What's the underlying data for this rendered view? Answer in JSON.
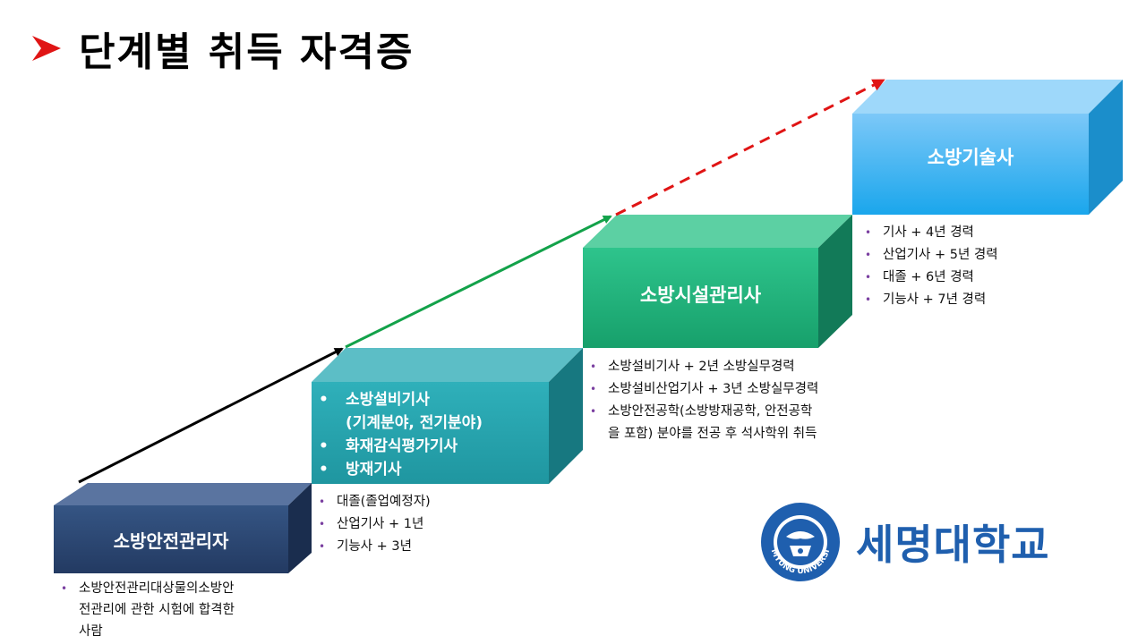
{
  "title": "단계별 취득 자격증",
  "stages": [
    {
      "label": "소방안전관리자",
      "requirements": [
        "소방안전관리대상물의소방안",
        "전관리에 관한 시험에 합격한",
        "사람"
      ]
    },
    {
      "box_items": [
        "소방설비기사",
        "(기계분야, 전기분야)",
        "화재감식평가기사",
        "방재기사"
      ],
      "requirements": [
        "대졸(졸업예정자)",
        "산업기사 + 1년",
        "기능사 + 3년"
      ]
    },
    {
      "label": "소방시설관리사",
      "requirements": [
        "소방설비기사 + 2년 소방실무경력",
        "소방설비산업기사 + 3년 소방실무경력",
        "소방안전공학(소방방재공학, 안전공학",
        "을 포함) 분야를 전공 후 석사학위 취득"
      ]
    },
    {
      "label": "소방기술사",
      "requirements": [
        "기사 + 4년 경력",
        "산업기사 + 5년 경력",
        "대졸 + 6년 경력",
        "기능사 + 7년 경력"
      ]
    }
  ],
  "logo": {
    "name": "세명대학교",
    "seal_text": "SEMYUNG UNIVERSITY"
  },
  "colors": {
    "stage1": "#2e4a78",
    "stage2": "#2aa3ad",
    "stage3": "#23b07a",
    "stage4": "#3aa8f0",
    "arrow1": "#000000",
    "arrow2": "#13a24a",
    "arrow3": "#e01515",
    "title_arrow": "#e01515",
    "logo": "#1f5fae"
  }
}
